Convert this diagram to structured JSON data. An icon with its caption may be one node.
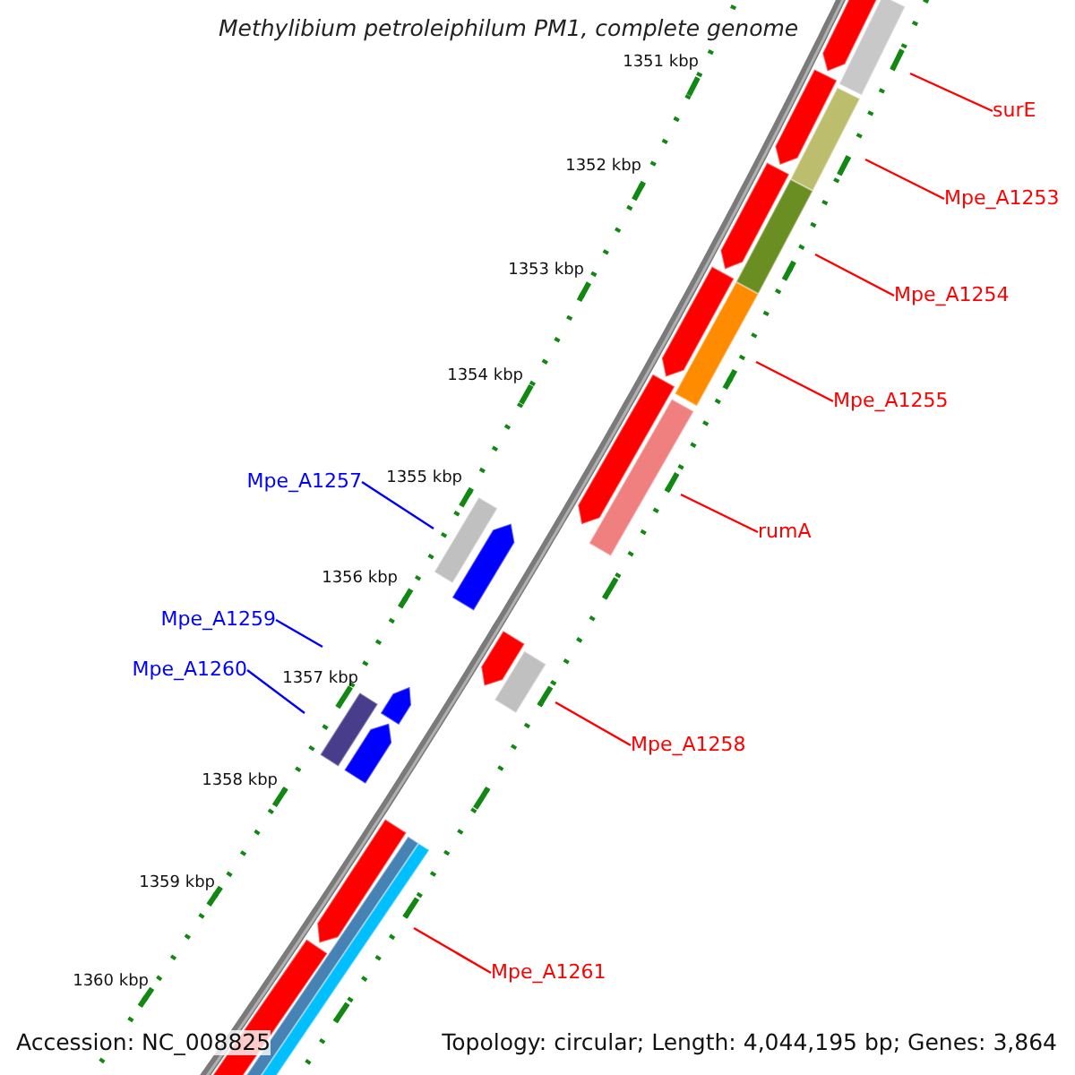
{
  "diagram": {
    "title": "Methylibium petroleiphilum PM1, complete genome",
    "nodes": [
      {
        "text": [
          "surE"
        ]
      },
      {
        "text": [
          "Mpe_A1253"
        ]
      },
      {
        "text": [
          "Mpe_A1254"
        ]
      },
      {
        "text": [
          "Mpe_A1255"
        ]
      },
      {
        "text": [
          "Mpe_A1257"
        ]
      },
      {
        "text": [
          "rumA"
        ]
      },
      {
        "text": [
          "Mpe_A1259"
        ]
      },
      {
        "text": [
          "Mpe_A1260"
        ]
      },
      {
        "text": [
          "Mpe_A1258"
        ]
      },
      {
        "text": [
          "Mpe_A1261"
        ]
      }
    ],
    "edges": [
      {
        "from": 0,
        "to": null,
        "arrow": "none"
      },
      {
        "from": 1,
        "to": null,
        "arrow": "none"
      },
      {
        "from": 2,
        "to": null,
        "arrow": "none"
      },
      {
        "from": 3,
        "to": null,
        "arrow": "none"
      },
      {
        "from": 4,
        "to": null,
        "arrow": "none",
        "color": "#0000ff"
      },
      {
        "from": 5,
        "to": null,
        "arrow": "none"
      },
      {
        "from": 6,
        "to": null,
        "arrow": "none",
        "color": "#0000ff"
      },
      {
        "from": 7,
        "to": null,
        "arrow": "none",
        "color": "#0000ff"
      },
      {
        "from": 8,
        "to": null,
        "arrow": "none"
      },
      {
        "from": 9,
        "to": null,
        "arrow": "none"
      }
    ],
    "labels": [
      "1351 kbp",
      "1352 kbp",
      "1353 kbp",
      "1354 kbp",
      "1355 kbp",
      "1356 kbp",
      "1357 kbp",
      "1358 kbp",
      "1359 kbp",
      "1360 kbp",
      "Accession: NC_008825",
      "Topology: circular; Length: 4,044,195 bp; Genes: 3,864"
    ]
  }
}
